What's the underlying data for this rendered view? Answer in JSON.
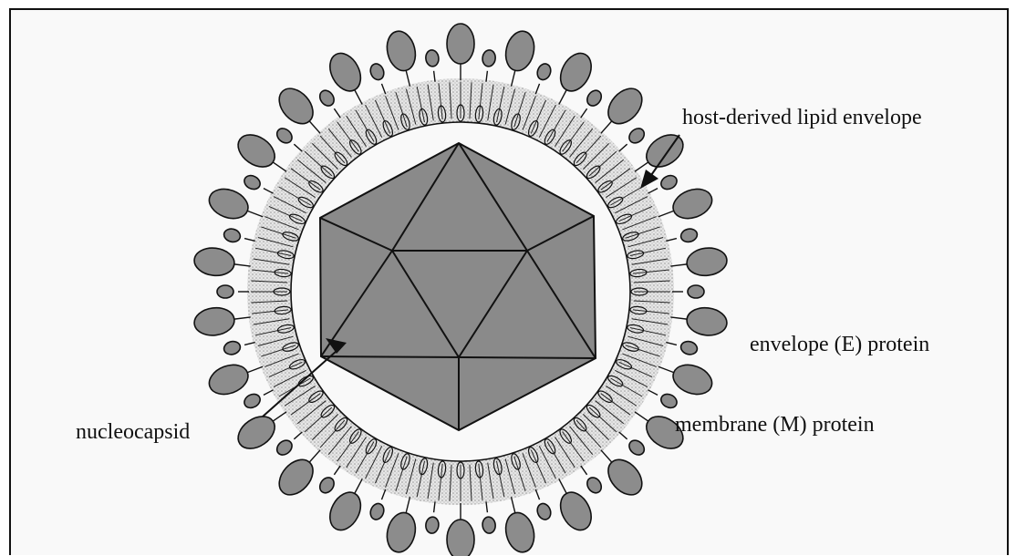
{
  "labels": {
    "lipid_envelope": "host-derived lipid envelope",
    "envelope_protein": "envelope (E) protein",
    "membrane_protein": "membrane (M) protein",
    "nucleocapsid": "nucleocapsid"
  },
  "colors": {
    "background": "#f9f9f9",
    "outline": "#111111",
    "capsid_fill": "#8a8a8a",
    "protein_fill": "#8c8c8c",
    "bilayer_fill": "#d4d4d4"
  }
}
